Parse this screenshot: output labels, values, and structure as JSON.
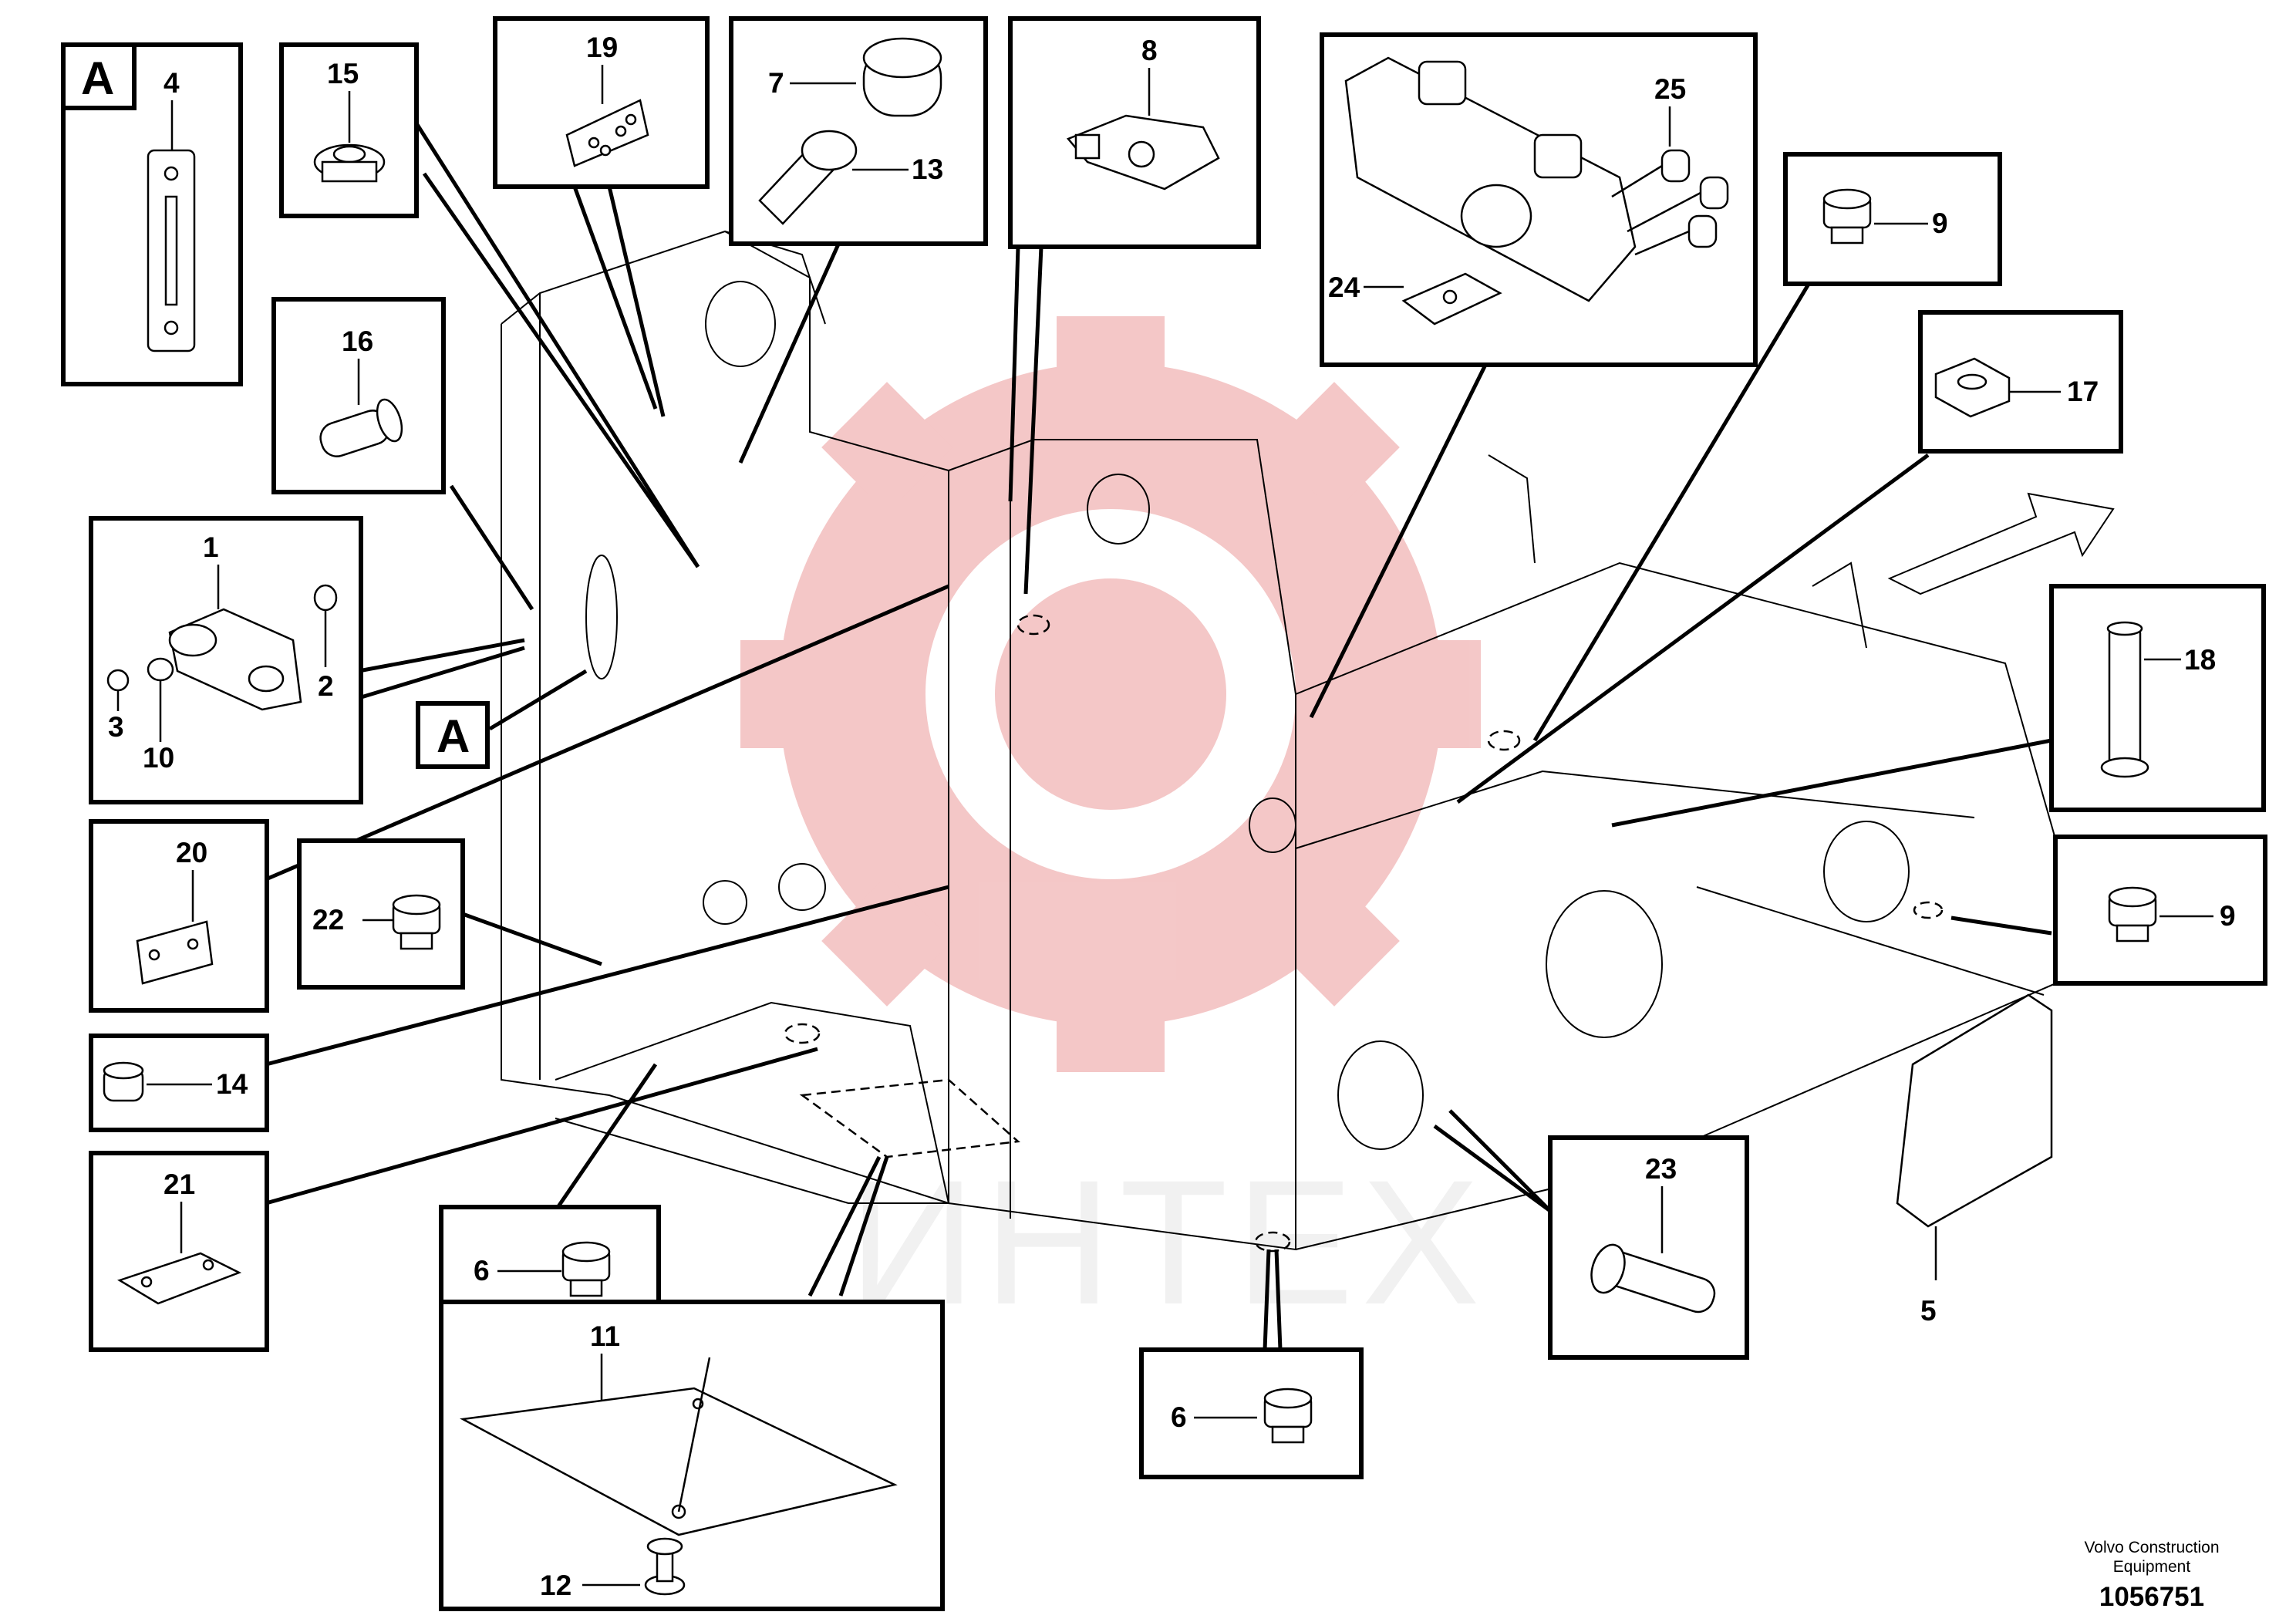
{
  "watermark": {
    "text": "ИНТЕХ",
    "color": "#e06060"
  },
  "callouts": {
    "c1": "1",
    "c2": "2",
    "c3": "3",
    "c4": "4",
    "c5": "5",
    "c6a": "6",
    "c6b": "6",
    "c7": "7",
    "c8": "8",
    "c9a": "9",
    "c9b": "9",
    "c10": "10",
    "c11": "11",
    "c12": "12",
    "c13": "13",
    "c14": "14",
    "c15": "15",
    "c16": "16",
    "c17": "17",
    "c18": "18",
    "c19": "19",
    "c20": "20",
    "c21": "21",
    "c22": "22",
    "c23": "23",
    "c24": "24",
    "c25": "25"
  },
  "view_labels": {
    "box": "A",
    "frame": "A"
  },
  "footer": {
    "brand_line1": "Volvo Construction",
    "brand_line2": "Equipment",
    "drawing_number": "1056751"
  }
}
